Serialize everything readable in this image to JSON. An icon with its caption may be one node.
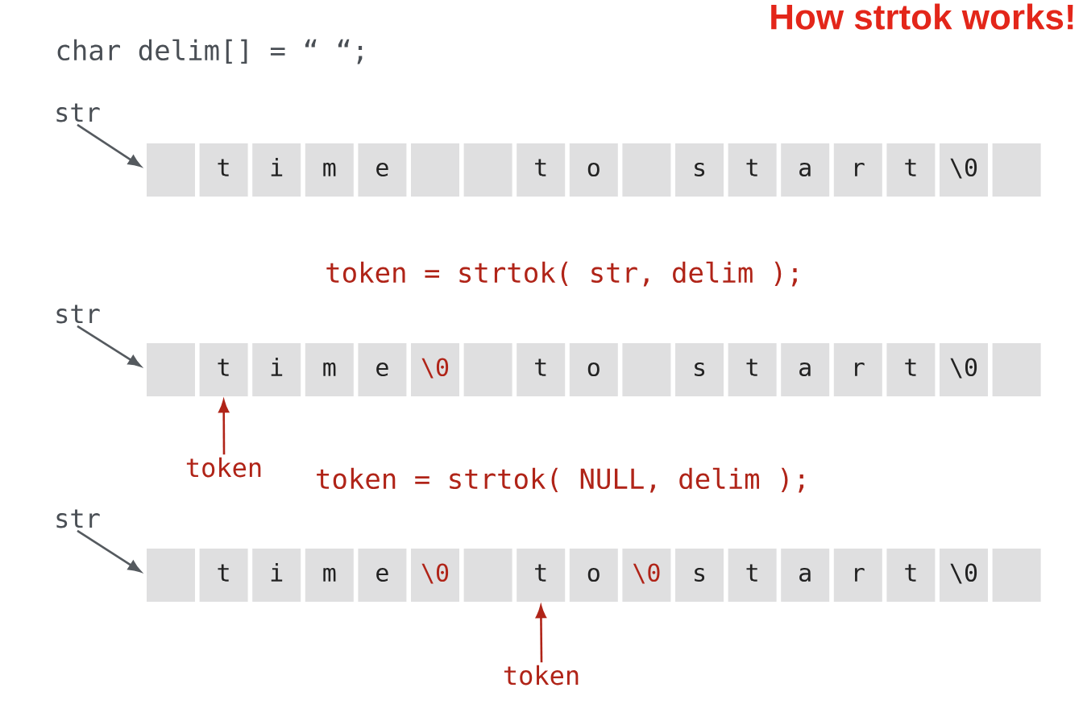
{
  "diagram": {
    "title": "How strtok works!",
    "nodes": [
      {
        "text": [
          "str"
        ]
      },
      {
        "text": [],
        "shape": "box"
      },
      {
        "text": [
          "t"
        ]
      },
      {
        "text": [
          "i"
        ]
      },
      {
        "text": [
          "m"
        ]
      },
      {
        "text": [
          "e"
        ]
      },
      {
        "text": [],
        "shape": "box"
      },
      {
        "text": [],
        "shape": "box"
      },
      {
        "text": [
          "t"
        ]
      },
      {
        "text": [
          "o"
        ]
      },
      {
        "text": [],
        "shape": "box"
      },
      {
        "text": [
          "s"
        ]
      },
      {
        "text": [
          "t"
        ]
      },
      {
        "text": [
          "a"
        ]
      },
      {
        "text": [
          "r"
        ]
      },
      {
        "text": [
          "t"
        ]
      },
      {
        "text": [
          "\\0"
        ]
      },
      {
        "text": [],
        "shape": "box"
      },
      {
        "text": [
          "str"
        ]
      },
      {
        "text": [],
        "shape": "box"
      },
      {
        "text": [
          "t"
        ]
      },
      {
        "text": [
          "i"
        ]
      },
      {
        "text": [
          "m"
        ]
      },
      {
        "text": [
          "e"
        ]
      },
      {
        "text": [
          "\\0"
        ]
      },
      {
        "text": [],
        "shape": "box"
      },
      {
        "text": [
          "t"
        ]
      },
      {
        "text": [
          "o"
        ]
      },
      {
        "text": [],
        "shape": "box"
      },
      {
        "text": [
          "s"
        ]
      },
      {
        "text": [
          "t"
        ]
      },
      {
        "text": [
          "a"
        ]
      },
      {
        "text": [
          "r"
        ]
      },
      {
        "text": [
          "t"
        ]
      },
      {
        "text": [
          "\\0"
        ]
      },
      {
        "text": [],
        "shape": "box"
      },
      {
        "text": [
          "token"
        ]
      },
      {
        "text": [
          "str"
        ]
      },
      {
        "text": [],
        "shape": "box"
      },
      {
        "text": [
          "t"
        ]
      },
      {
        "text": [
          "i"
        ]
      },
      {
        "text": [
          "m"
        ]
      },
      {
        "text": [
          "e"
        ]
      },
      {
        "text": [
          "\\0"
        ]
      },
      {
        "text": [],
        "shape": "box"
      },
      {
        "text": [
          "t"
        ]
      },
      {
        "text": [
          "o"
        ]
      },
      {
        "text": [
          "\\0"
        ]
      },
      {
        "text": [
          "s"
        ]
      },
      {
        "text": [
          "t"
        ]
      },
      {
        "text": [
          "a"
        ]
      },
      {
        "text": [
          "r"
        ]
      },
      {
        "text": [
          "t"
        ]
      },
      {
        "text": [
          "\\0"
        ]
      },
      {
        "text": [],
        "shape": "box"
      },
      {
        "text": [
          "token"
        ]
      }
    ],
    "edges": [
      {
        "from": 0,
        "to": 1,
        "arrow": "to"
      },
      {
        "from": 18,
        "to": 19,
        "arrow": "to"
      },
      {
        "from": 36,
        "to": 20,
        "arrow": "to",
        "color": "#b02418"
      },
      {
        "from": 37,
        "to": 38,
        "arrow": "to"
      },
      {
        "from": 55,
        "to": 45,
        "arrow": "to",
        "color": "#b02418"
      }
    ],
    "labels": [
      "char delim[] = “ “;",
      "token = strtok( str, delim );",
      "token = strtok( NULL, delim );"
    ]
  }
}
